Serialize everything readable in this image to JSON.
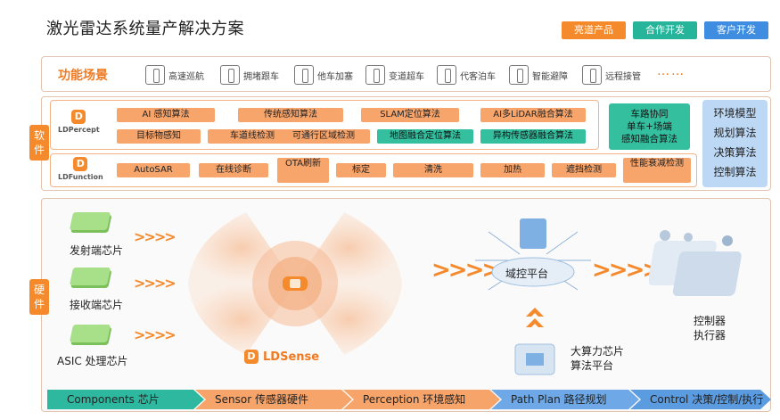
{
  "title": "激光雷达系统量产解决方案",
  "legend": {
    "own_product": "亮道产品",
    "cooperation": "合作开发",
    "customer": "客户开发"
  },
  "scenes": {
    "title": "功能场景",
    "items": [
      "高速巡航",
      "拥堵跟车",
      "他车加塞",
      "变道超车",
      "代客泊车",
      "智能避障",
      "远程接管"
    ],
    "more": "……"
  },
  "software": {
    "tag": "软件",
    "percept_logo": "LDPercept",
    "function_logo": "LDFunction",
    "logo_mark": "D",
    "percept_row1": [
      "AI 感知算法",
      "传统感知算法",
      "SLAM定位算法",
      "AI多LiDAR融合算法"
    ],
    "percept_row2": [
      "目标物感知",
      "车道线检测",
      "可通行区域检测",
      "地图融合定位算法",
      "异构传感器融合算法"
    ],
    "function_items": [
      "AutoSAR",
      "在线诊断",
      "OTA刷新",
      "标定",
      "清洗",
      "加热",
      "遮挡检测",
      "性能衰减检测"
    ],
    "coop_box": [
      "车路协同",
      "单车+场端",
      "感知融合算法"
    ],
    "customer_algos": [
      "环境模型",
      "规划算法",
      "决策算法",
      "控制算法"
    ]
  },
  "hardware": {
    "tag": "硬件",
    "chips": [
      "发射端芯片",
      "接收端芯片",
      "ASIC 处理芯片"
    ],
    "sense_logo": "LDSense",
    "domain_controller": "域控平台",
    "compute": [
      "大算力芯片",
      "算法平台"
    ],
    "actuator": [
      "控制器",
      "执行器"
    ]
  },
  "pipeline": [
    "Components 芯片",
    "Sensor 传感器硬件",
    "Perception 环境感知",
    "Path Plan 路径规划",
    "Control 决策/控制/执行"
  ],
  "colors": {
    "orange": "#f58a2c",
    "teal": "#26b59a",
    "blue": "#3f8de0"
  }
}
